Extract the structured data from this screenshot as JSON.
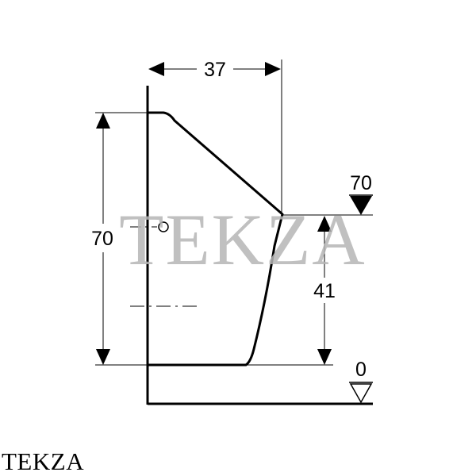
{
  "diagram": {
    "dimensions": {
      "width": "37",
      "height": "70",
      "inlet_height": "41",
      "level_top": "70",
      "level_floor": "0"
    },
    "watermark": "TEKZA"
  },
  "footer": {
    "brand": "TEKZA"
  },
  "colors": {
    "line": "#000000",
    "watermark": "#b5b5b5",
    "background": "#ffffff"
  }
}
